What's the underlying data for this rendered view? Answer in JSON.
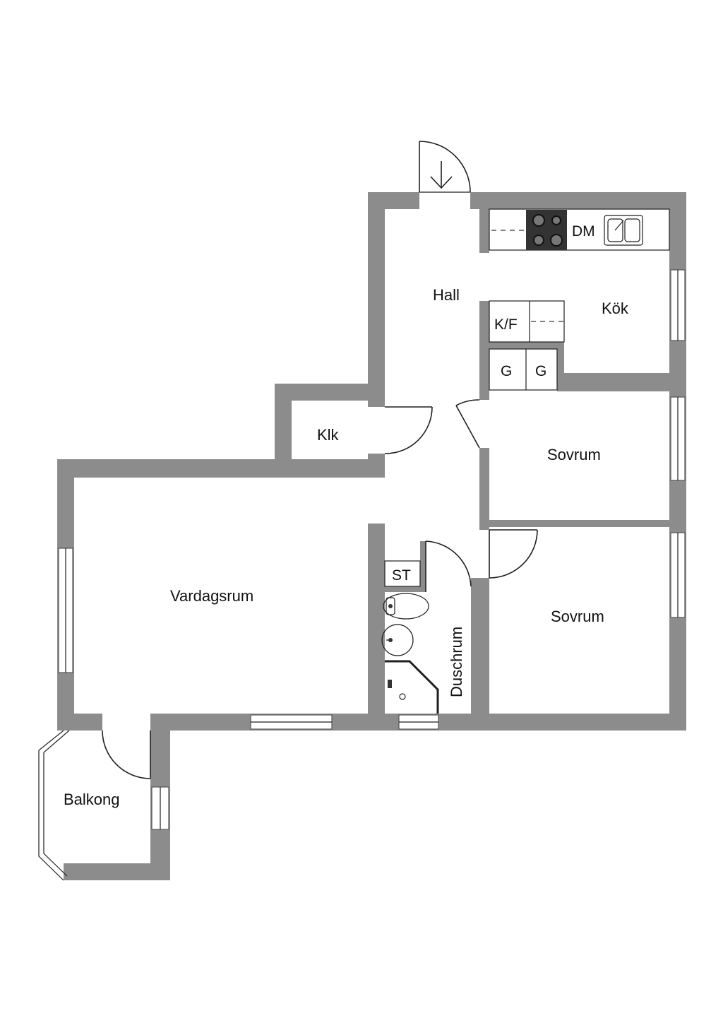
{
  "rooms": {
    "hall": "Hall",
    "kok": "Kök",
    "klk": "Klk",
    "sovrum_1": "Sovrum",
    "sovrum_2": "Sovrum",
    "vardagsrum": "Vardagsrum",
    "duschrum": "Duschrum",
    "balkong": "Balkong"
  },
  "fixtures": {
    "dishwasher": "DM",
    "fridge_freezer": "K/F",
    "wardrobe_1": "G",
    "wardrobe_2": "G",
    "storage": "ST"
  },
  "colors": {
    "wall": "#8c8c8d",
    "line": "#1f1f1f",
    "background": "#ffffff"
  }
}
